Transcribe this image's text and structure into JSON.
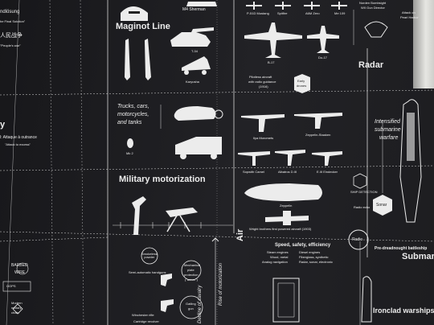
{
  "left_column": {
    "endlosung": "ndlösung",
    "final_solution": "he Final Solution\"",
    "chinese": "人民战争",
    "peoples_war": "\"People's war\"",
    "y_char": "y",
    "attaque": "l: Attaque à outrance",
    "attack_excess": "\"Attack to excess\"",
    "barbed_1": "BARBED",
    "barbed_2": "WIRE",
    "oops": "OOPS",
    "modern_1": "Modern",
    "modern_2": "military",
    "modern_3": "chain"
  },
  "land": {
    "maginot": "Maginot Line",
    "mk_sherman": "M4 Sherman",
    "t34": "T-34",
    "karyusha": "Karyusha",
    "trucks_1": "Trucks, cars,",
    "trucks_2": "motorcycles,",
    "trucks_3": "and tanks",
    "mk2": "Mk 2",
    "military_motorization": "Military motorization",
    "smokeless": "Smokeless\npowder",
    "semi_auto": "Semi-automatic handguns",
    "mechanical_1": "Mechanical",
    "mechanical_2": "plate",
    "mechanical_3": "protection",
    "mechanical_4": "(\"armor\")",
    "gatling_1": "Gatling",
    "gatling_2": "gun",
    "winchester": "Winchester rifle",
    "cartridge": "Cartridge revolver",
    "decline_cavalry": "Decline of cavalry",
    "rise_motorization": "Rise of motorization"
  },
  "air": {
    "p51": "P-51D Mustang",
    "spitfire": "Spitfire",
    "a6m_zero": "A6M Zero",
    "me109": "Me 109",
    "b17": "B-17",
    "do17": "Do-17",
    "pilotless_1": "Pilotless aircraft",
    "pilotless_2": "with radio guidance",
    "pilotless_3": "(1916)",
    "early_drones_1": "Early",
    "early_drones_2": "drones",
    "ilya": "Ilya Muromets",
    "zeppelin_staaken": "Zeppelin-Staaken",
    "sopwith": "Sopwith Camel",
    "albatros": "Albatros D.III",
    "eindecker": "E.III Eindecker",
    "zeppelin": "Zeppelin",
    "wright": "Wright brothers first powered aircraft (1903)",
    "air_label": "Air"
  },
  "sea": {
    "norden_1": "Norden Bombsight",
    "norden_2": "WII Gun Director",
    "attack_1": "Attack on",
    "attack_2": "Pearl Harbor",
    "radar": "Radar",
    "intensified_1": "Intensified",
    "intensified_2": "submarine",
    "intensified_3": "warfare",
    "ship_detection": "SHIP DETECTION",
    "radio_echo": "Radio echo",
    "sonar": "Sonar",
    "radio": "Radio",
    "speed_header": "Speed, safety, efficiency",
    "speed_1": "Steam engines",
    "speed_1b": "Diesel engines",
    "speed_2": "Wood, metal",
    "speed_2b": "Fiberglass, synthetic",
    "speed_3": "Analog navigation",
    "speed_3b": "Radar, sonar, electronic",
    "pre_dreadnought": "Pre-dreadnought battleship",
    "submarine": "Submarin",
    "ironclad": "Ironclad warships"
  },
  "colors": {
    "ink": "#ececec",
    "background": "#1d1d20"
  }
}
